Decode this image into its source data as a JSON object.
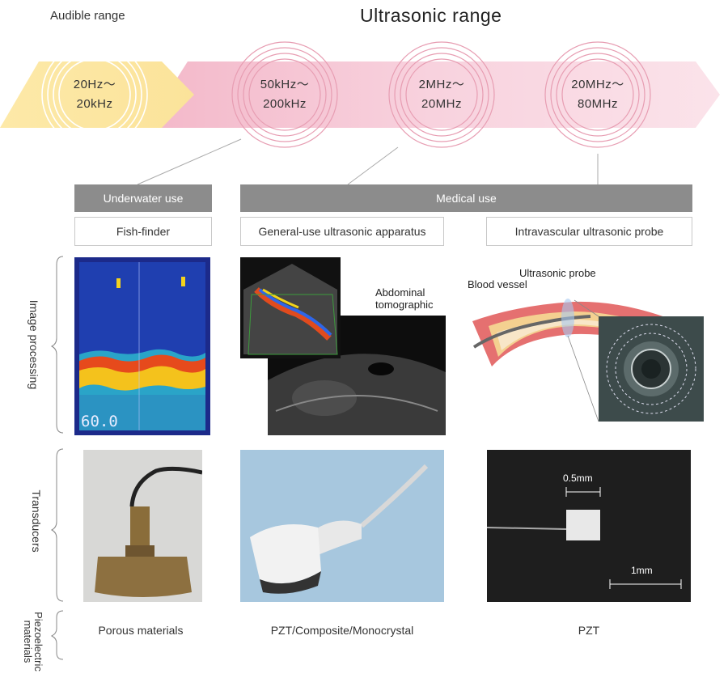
{
  "header": {
    "audible_label": "Audible range",
    "ultrasonic_label": "Ultrasonic range"
  },
  "frequency_bands": [
    {
      "line1": "20Hz～",
      "line2": "20kHz"
    },
    {
      "line1": "50kHz～",
      "line2": "200kHz"
    },
    {
      "line1": "2MHz～",
      "line2": "20MHz"
    },
    {
      "line1": "20MHz～",
      "line2": "80MHz"
    }
  ],
  "uses": {
    "underwater": "Underwater use",
    "medical": "Medical use"
  },
  "applications": {
    "fish_finder": "Fish-finder",
    "general": "General-use ultrasonic apparatus",
    "intravascular": "Intravascular ultrasonic probe"
  },
  "row_labels": {
    "image_processing": "Image processing",
    "transducers": "Transducers",
    "piezo_line1": "Piezoelectric",
    "piezo_line2": "materials"
  },
  "image_annotations": {
    "fish_depth": "60.0",
    "abdominal_line1": "Abdominal",
    "abdominal_line2": "tomographic",
    "ultrasonic_probe": "Ultrasonic probe",
    "blood_vessel": "Blood vessel",
    "scale_small": "0.5mm",
    "scale_large": "1mm"
  },
  "materials": {
    "porous": "Porous materials",
    "pzt_composite": "PZT/Composite/Monocrystal",
    "pzt": "PZT"
  },
  "colors": {
    "audible_band": "#fbe9a6",
    "ultrasonic_band": "#f6c8d6",
    "bar_gray": "#8c8c8c",
    "ring_color": "#e8a1b5"
  }
}
